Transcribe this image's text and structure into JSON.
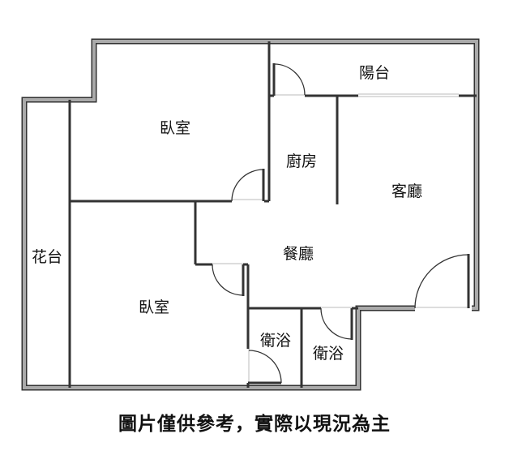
{
  "rooms": {
    "balcony": "陽台",
    "bedroom_top": "臥室",
    "kitchen": "廚房",
    "living_room": "客廳",
    "dining_room": "餐廳",
    "planter": "花台",
    "bedroom_bottom": "臥室",
    "bathroom_left": "衛浴",
    "bathroom_right": "衛浴"
  },
  "caption": "圖片僅供參考，實際以現況為主"
}
